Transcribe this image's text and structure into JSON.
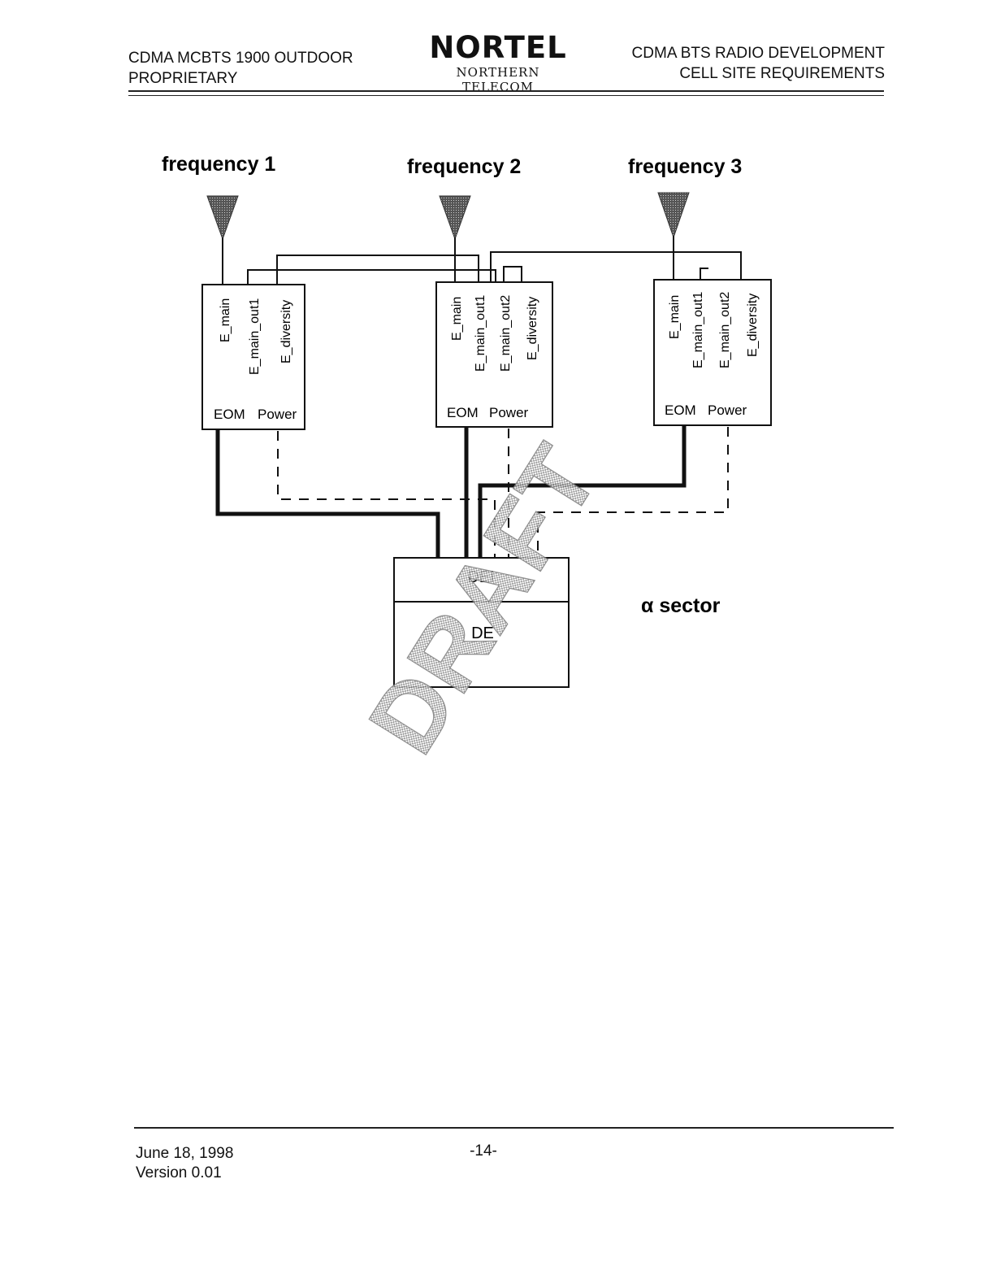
{
  "header": {
    "left_line1": "CDMA MCBTS 1900 OUTDOOR",
    "left_line2": "PROPRIETARY",
    "logo_text": "NORTEL",
    "logo_subtext": "NORTHERN TELECOM",
    "right_line1": "CDMA BTS RADIO DEVELOPMENT",
    "right_line2": "CELL SITE REQUIREMENTS"
  },
  "diagram": {
    "freq1_label": "frequency 1",
    "freq2_label": "frequency 2",
    "freq3_label": "frequency 3",
    "box1": {
      "port_main": "E_main",
      "port_out1": "E_main_out1",
      "port_diversity": "E_diversity",
      "eom": "EOM",
      "power": "Power"
    },
    "box2": {
      "port_main": "E_main",
      "port_out1": "E_main_out1",
      "port_out2": "E_main_out2",
      "port_diversity": "E_diversity",
      "eom": "EOM",
      "power": "Power"
    },
    "box3": {
      "port_main": "E_main",
      "port_out1": "E_main_out1",
      "port_out2": "E_main_out2",
      "port_diversity": "E_diversity",
      "eom": "EOM",
      "power": "Power"
    },
    "dei_label": "DEI",
    "de_label": "DE",
    "sector_label": "α sector",
    "watermark": "DRAFT"
  },
  "footer": {
    "date": "June 18, 1998",
    "version": "Version 0.01",
    "page_number": "-14-"
  }
}
